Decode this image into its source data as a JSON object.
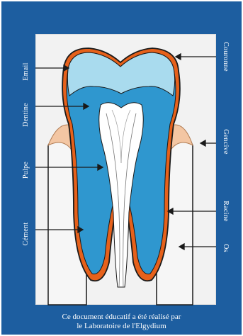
{
  "labels_left": [
    {
      "key": "email",
      "text": "Email"
    },
    {
      "key": "dentine",
      "text": "Dentine"
    },
    {
      "key": "pulpe",
      "text": "Pulpe"
    },
    {
      "key": "cement",
      "text": "Cément"
    }
  ],
  "labels_right": [
    {
      "key": "couronne",
      "text": "Couronne"
    },
    {
      "key": "gencive",
      "text": "Gencive"
    },
    {
      "key": "racine",
      "text": "Racine"
    },
    {
      "key": "os",
      "text": "Os"
    }
  ],
  "footer": {
    "line1": "Ce document éducatif a été réalisé par",
    "line2": "le Laboratoire de l'Elgydium"
  },
  "colors": {
    "background": "#1d5ea0",
    "enamel": "#a9dbee",
    "dentin": "#2f97cf",
    "pulp": "#ffffff",
    "cementum": "#e6611b",
    "gum": "#f3c6a3",
    "bone": "#f5f5f5"
  }
}
